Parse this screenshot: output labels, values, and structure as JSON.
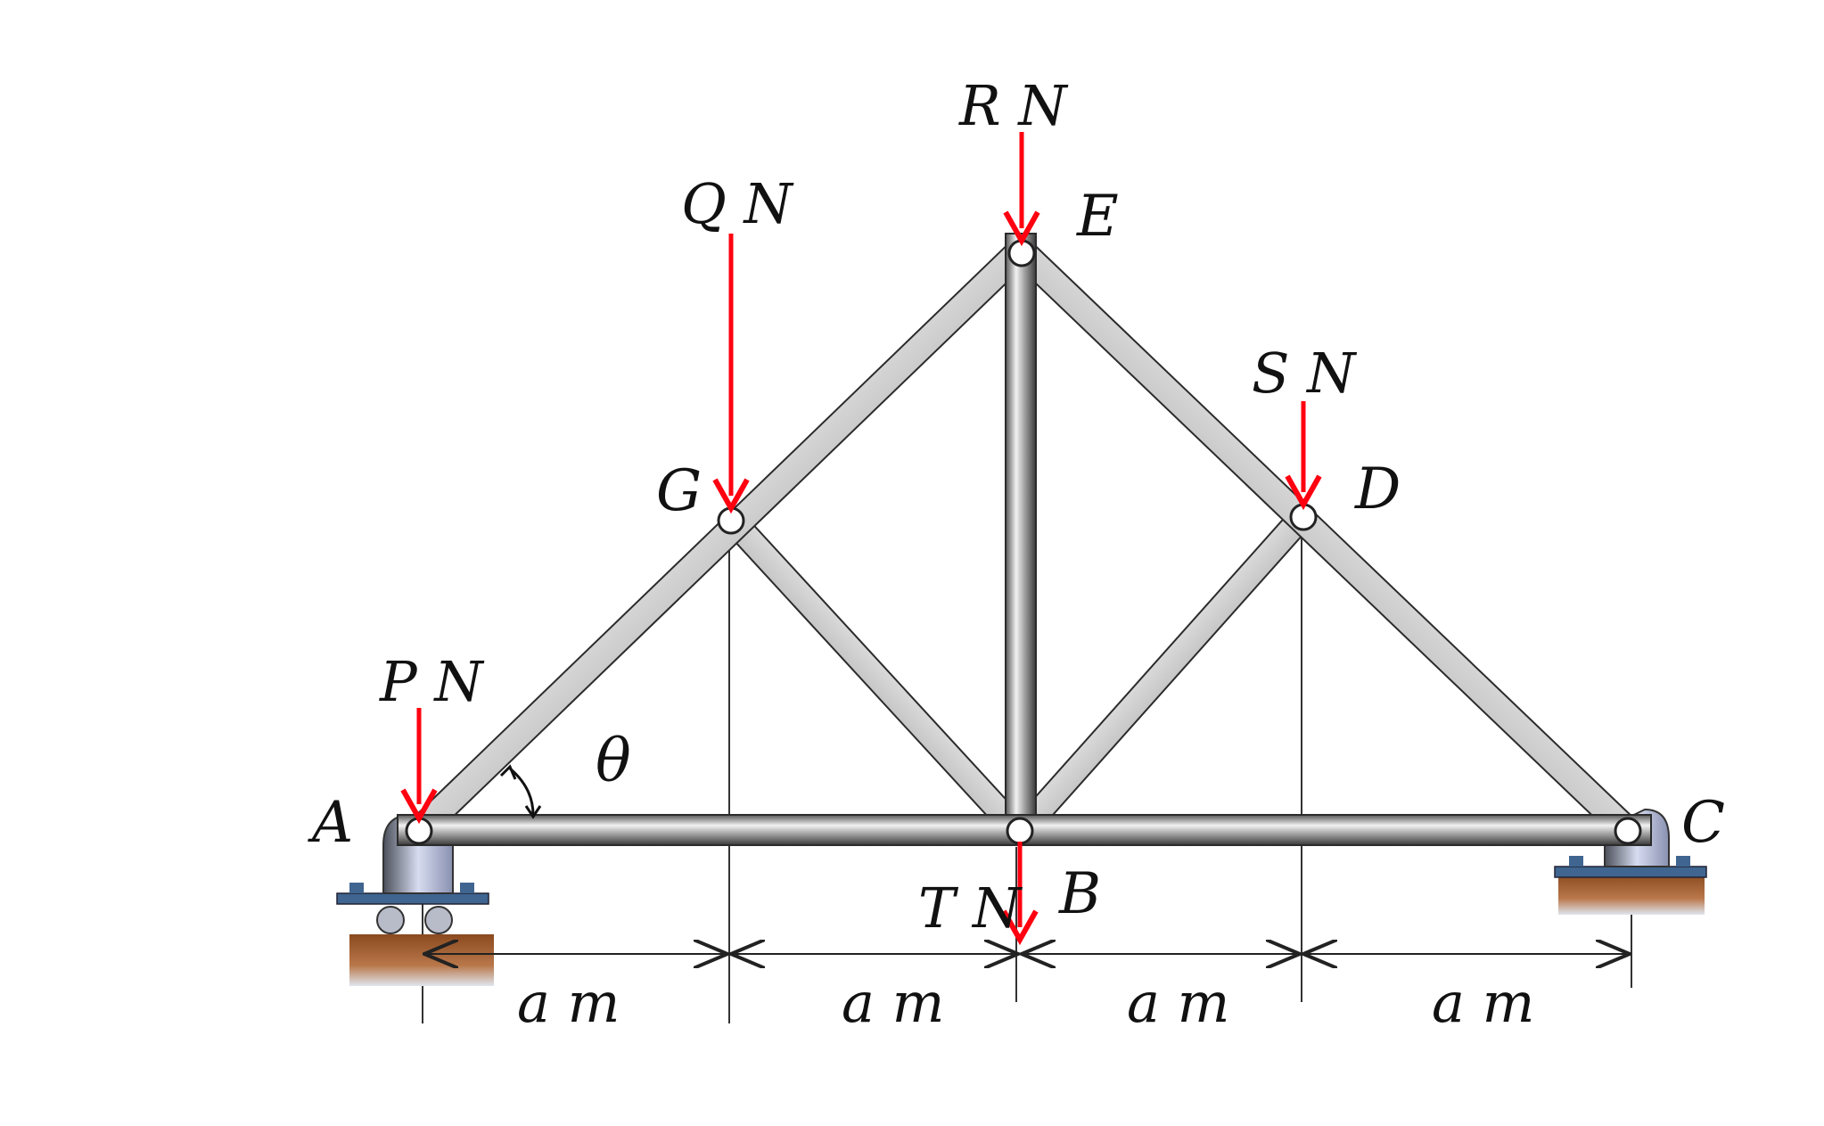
{
  "diagram": {
    "nodes": {
      "A": "A",
      "B": "B",
      "C": "C",
      "D": "D",
      "E": "E",
      "G": "G"
    },
    "loads": {
      "P": "P N",
      "Q": "Q N",
      "R": "R N",
      "S": "S N",
      "T": "T N"
    },
    "angle_label": "θ",
    "dimensions": [
      "a m",
      "a m",
      "a m",
      "a m"
    ]
  },
  "colors": {
    "member": "#8c8c8c",
    "load_arrow": "#ff0010",
    "support_plate": "#3f6590",
    "ground": "#9b5a2c"
  }
}
